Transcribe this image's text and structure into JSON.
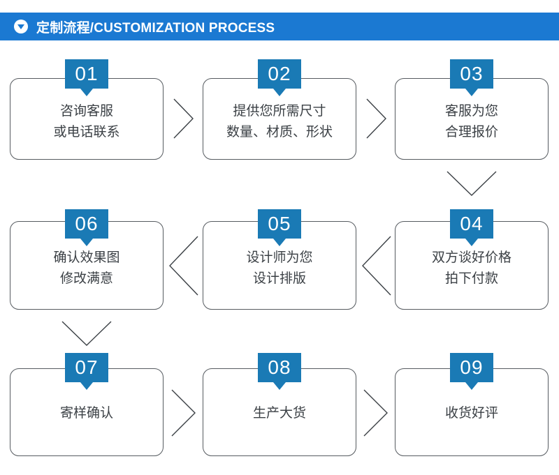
{
  "header": {
    "icon": "circle-caret-down-icon",
    "title": "定制流程/CUSTOMIZATION PROCESS",
    "bar_color": "#1b79d2",
    "text_color": "#ffffff"
  },
  "theme": {
    "badge_color": "#1a7ab5",
    "box_border_color": "#565b60",
    "box_text_color": "#3b4045",
    "background": "#ffffff"
  },
  "flow": {
    "steps": [
      {
        "number": "01",
        "lines": "咨询客服\n或电话联系",
        "row": 1,
        "column": 1
      },
      {
        "number": "02",
        "lines": "提供您所需尺寸\n数量、材质、形状",
        "row": 1,
        "column": 2
      },
      {
        "number": "03",
        "lines": "客服为您\n合理报价",
        "row": 1,
        "column": 3
      },
      {
        "number": "04",
        "lines": "双方谈好价格\n拍下付款",
        "row": 2,
        "column": 3
      },
      {
        "number": "05",
        "lines": "设计师为您\n设计排版",
        "row": 2,
        "column": 2
      },
      {
        "number": "06",
        "lines": "确认效果图\n修改满意",
        "row": 2,
        "column": 1
      },
      {
        "number": "07",
        "lines": "寄样确认",
        "row": 3,
        "column": 1
      },
      {
        "number": "08",
        "lines": "生产大货",
        "row": 3,
        "column": 2
      },
      {
        "number": "09",
        "lines": "收货好评",
        "row": 3,
        "column": 3
      }
    ],
    "connectors": [
      {
        "name": "connector-01-to-02",
        "direction": "right"
      },
      {
        "name": "connector-02-to-03",
        "direction": "right"
      },
      {
        "name": "connector-03-to-04",
        "direction": "down"
      },
      {
        "name": "connector-04-to-05",
        "direction": "left"
      },
      {
        "name": "connector-05-to-06",
        "direction": "left"
      },
      {
        "name": "connector-06-to-07",
        "direction": "down"
      },
      {
        "name": "connector-07-to-08",
        "direction": "right"
      },
      {
        "name": "connector-08-to-09",
        "direction": "right"
      }
    ]
  }
}
